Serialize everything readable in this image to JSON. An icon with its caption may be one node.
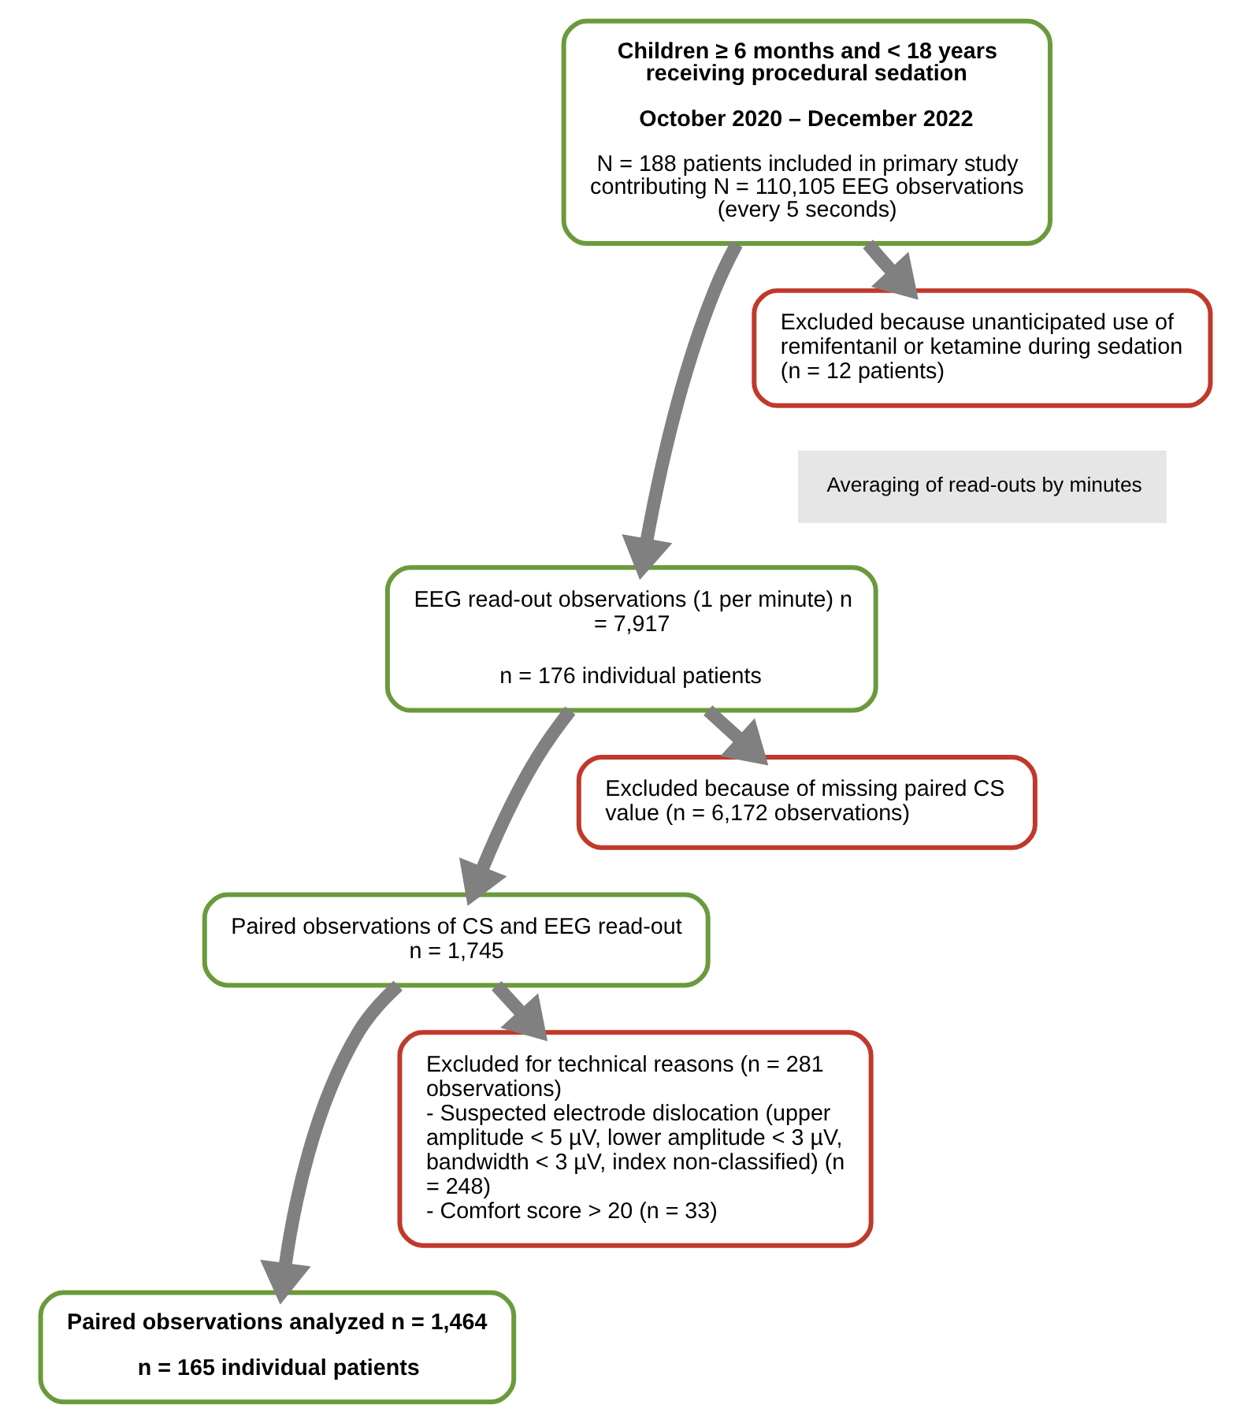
{
  "diagram": {
    "nodes": [
      {
        "text": [
          "Children ≥ 6 months and < 18 years receiving procedural sedation",
          "October 2020 – December 2022",
          "N = 188 patients included in primary study contributing N = 110,105 EEG observations (every 5 seconds)"
        ]
      },
      {
        "text": [
          "Excluded because unanticipated use of remifentanil or ketamine during sedation (n = 12 patients)"
        ]
      },
      {
        "text": [
          "Averaging of read-outs by minutes"
        ]
      },
      {
        "text": [
          "EEG read-out observations (1 per minute) n = 7,917",
          "n = 176 individual patients"
        ]
      },
      {
        "text": [
          "Excluded because of missing paired CS value (n = 6,172 observations)"
        ]
      },
      {
        "text": [
          "Paired observations of CS and EEG read-out n = 1,745"
        ]
      },
      {
        "text": [
          "Excluded for technical reasons (n = 281 observations)",
          "- Suspected electrode dislocation (upper amplitude < 5 µV, lower amplitude < 3 µV, bandwidth < 3 µV, index non-classified) (n = 248)",
          "- Comfort score > 20 (n = 33)"
        ]
      },
      {
        "text": [
          "Paired observations analyzed n = 1,464",
          "n = 165 individual patients"
        ]
      }
    ],
    "edges": [
      {
        "from": 0,
        "to": 3,
        "arrow": "to"
      },
      {
        "from": 0,
        "to": 1,
        "arrow": "to"
      },
      {
        "from": 3,
        "to": 5,
        "arrow": "to"
      },
      {
        "from": 3,
        "to": 4,
        "arrow": "to"
      },
      {
        "from": 5,
        "to": 7,
        "arrow": "to"
      },
      {
        "from": 5,
        "to": 6,
        "arrow": "to"
      }
    ]
  }
}
